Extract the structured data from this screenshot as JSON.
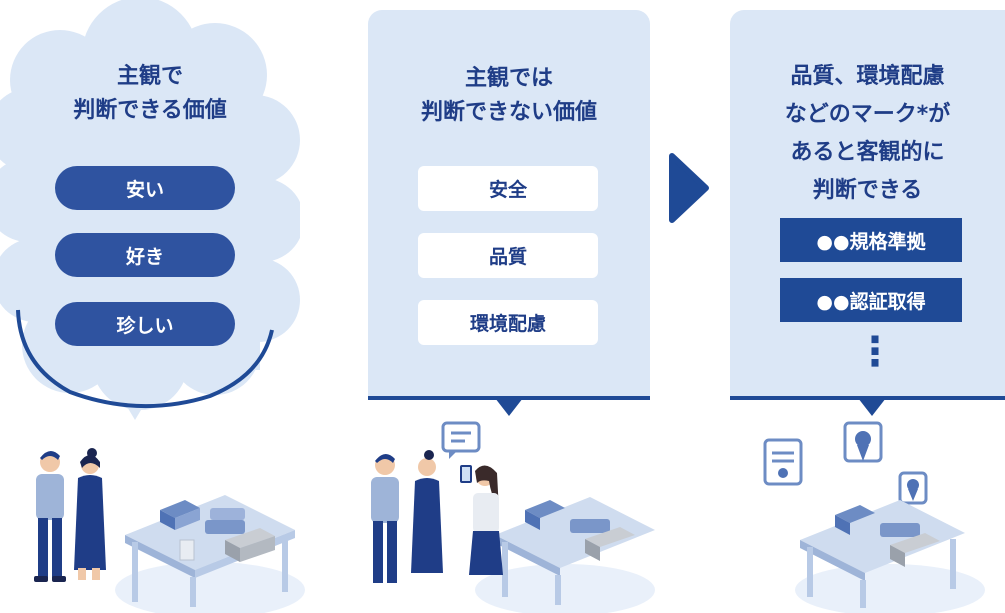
{
  "colors": {
    "panel": "#dbe7f6",
    "accent": "#1f4a96",
    "pill": "#2f53a0",
    "text": "#1f3d87"
  },
  "left": {
    "title_line1": "主観で",
    "title_line2": "判断できる価値",
    "pills": [
      "安い",
      "好き",
      "珍しい"
    ]
  },
  "middle": {
    "title_line1": "主観では",
    "title_line2": "判断できない価値",
    "pills": [
      "安全",
      "品質",
      "環境配慮"
    ]
  },
  "right": {
    "title_lines": [
      "品質、環境配慮",
      "などのマーク*が",
      "あると客観的に",
      "判断できる"
    ],
    "marks": [
      "●●規格準拠",
      "●●認証取得"
    ],
    "more": "⋮"
  },
  "icons": [
    "chat-bubble-icon",
    "certificate-icon",
    "award-badge-icon",
    "medal-icon",
    "arrow-right-icon"
  ]
}
